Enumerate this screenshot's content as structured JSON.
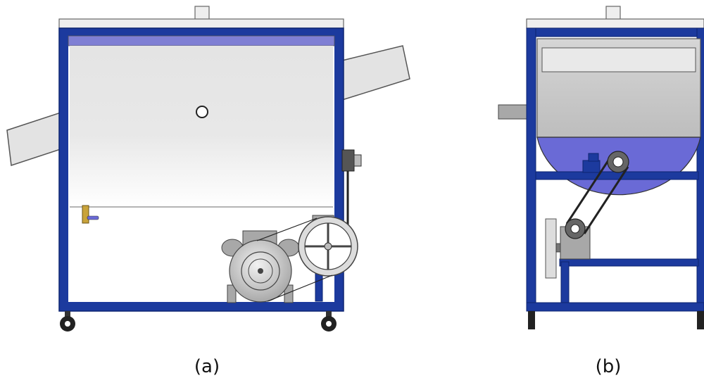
{
  "captions": {
    "a": "(a)",
    "b": "(b)"
  },
  "colors": {
    "frame": "#1c3a9e",
    "frame_edge": "#0d2470",
    "top_plate": "#eeeeee",
    "panel_band": "#7f7fd4",
    "drum_lower": "#6a6ad6",
    "metal": "#a8a8a8",
    "metal_dark": "#555555",
    "wheel": "#222222",
    "sprocket": "#666666",
    "valve": "#c9a33a"
  },
  "icons": {
    "front_view": "machine-front-view-diagram",
    "side_view": "machine-side-view-diagram"
  }
}
